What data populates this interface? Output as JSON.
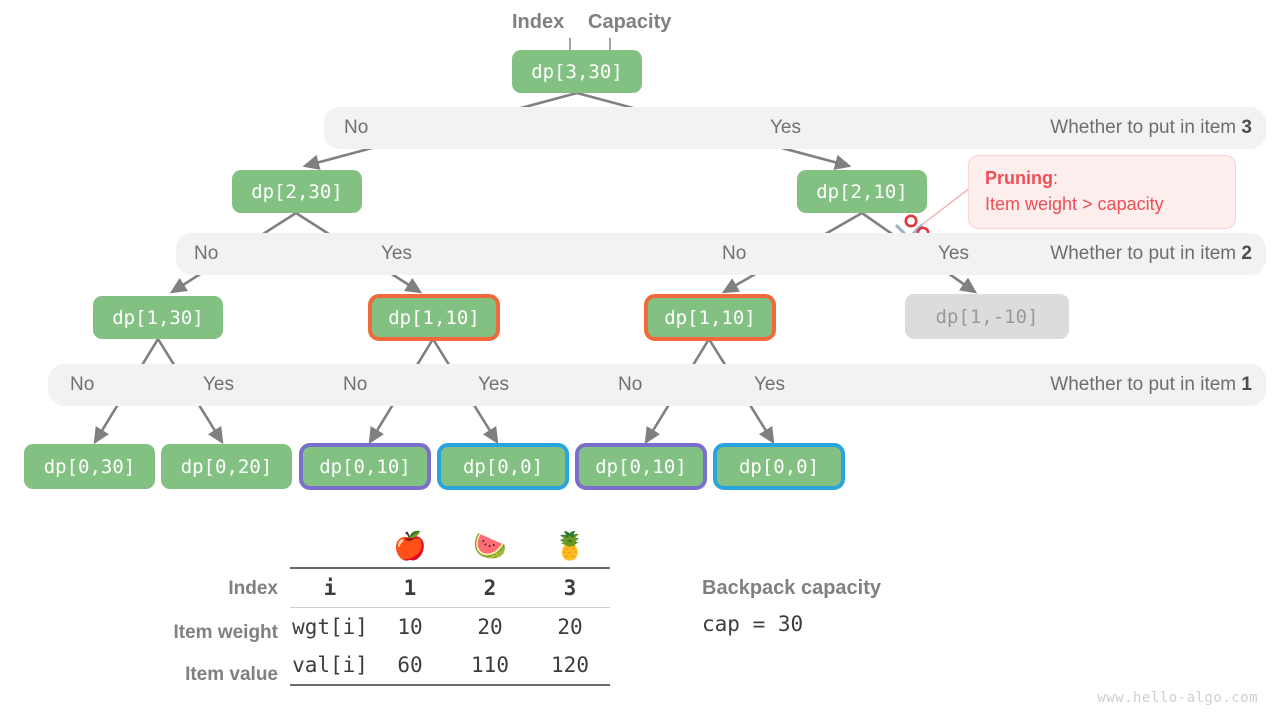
{
  "annotations": {
    "index_label": "Index",
    "capacity_label": "Capacity"
  },
  "tree": {
    "root": {
      "label": "dp[3,30]"
    },
    "level1": [
      {
        "label": "dp[2,30]"
      },
      {
        "label": "dp[2,10]"
      }
    ],
    "level2": [
      {
        "label": "dp[1,30]"
      },
      {
        "label": "dp[1,10]"
      },
      {
        "label": "dp[1,10]"
      },
      {
        "label": "dp[1,-10]"
      }
    ],
    "level3": [
      {
        "label": "dp[0,30]"
      },
      {
        "label": "dp[0,20]"
      },
      {
        "label": "dp[0,10]"
      },
      {
        "label": "dp[0,0]"
      },
      {
        "label": "dp[0,10]"
      },
      {
        "label": "dp[0,0]"
      }
    ]
  },
  "bars": {
    "item3": {
      "no": "No",
      "yes": "Yes",
      "question_prefix": "Whether to put in item ",
      "question_item": "3"
    },
    "item2": {
      "no_left": "No",
      "yes_left": "Yes",
      "no_right": "No",
      "yes_right": "Yes",
      "question_prefix": "Whether to put in item ",
      "question_item": "2"
    },
    "item1": {
      "no_a": "No",
      "yes_a": "Yes",
      "no_b": "No",
      "yes_b": "Yes",
      "no_c": "No",
      "yes_c": "Yes",
      "question_prefix": "Whether to put in item ",
      "question_item": "1"
    }
  },
  "pruning": {
    "title": "Pruning",
    "colon": ":",
    "detail": "Item weight > capacity"
  },
  "table": {
    "row_labels": {
      "index": "Index",
      "weight": "Item weight",
      "value": "Item value"
    },
    "emoji": [
      "🍎",
      "🍉",
      "🍍"
    ],
    "header_cells": [
      "i",
      "1",
      "2",
      "3"
    ],
    "weight_cells": [
      "wgt[i]",
      "10",
      "20",
      "20"
    ],
    "value_cells": [
      "val[i]",
      "60",
      "110",
      "120"
    ]
  },
  "capacity": {
    "title": "Backpack capacity",
    "value": "cap = 30"
  },
  "watermark": "www.hello-algo.com",
  "colors": {
    "node_green": "#83c183",
    "node_muted": "#dcdcdc",
    "border_orange": "#f2693c",
    "border_purple": "#7b6fcc",
    "border_blue": "#2aa4dd",
    "bar_bg": "#f2f2f2",
    "arrow": "#808080",
    "prune_red": "#ef4e56",
    "prune_bg": "#fdeeee",
    "text_grey": "#808080"
  }
}
